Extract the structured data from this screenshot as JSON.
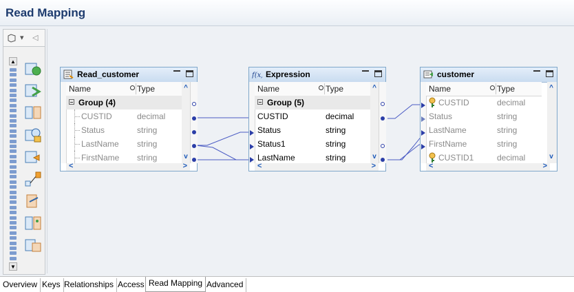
{
  "page_title": "Read Mapping",
  "palette": {
    "dropdown_glyph": "▾",
    "collapse_glyph": "◁",
    "scroll_up": "▲",
    "scroll_down": "▼",
    "icons": [
      "source-object-icon",
      "transformation-icon",
      "mapping-icon",
      "lookup-icon",
      "target-object-icon",
      "link-icon",
      "joiner-icon",
      "router-icon",
      "sorter-icon"
    ]
  },
  "boxes": {
    "read_customer": {
      "title": "Read_customer",
      "col_name": "Name",
      "col_type": "Type",
      "group": "Group (4)",
      "rows": [
        {
          "name": "CUSTID",
          "type": "decimal"
        },
        {
          "name": "Status",
          "type": "string"
        },
        {
          "name": "LastName",
          "type": "string"
        },
        {
          "name": "FirstName",
          "type": "string"
        }
      ]
    },
    "expression": {
      "title": "Expression",
      "col_name": "Name",
      "col_type": "Type",
      "group": "Group (5)",
      "rows": [
        {
          "name": "CUSTID",
          "type": "decimal"
        },
        {
          "name": "Status",
          "type": "string"
        },
        {
          "name": "Status1",
          "type": "string"
        },
        {
          "name": "LastName",
          "type": "string"
        }
      ]
    },
    "customer": {
      "title": "customer",
      "col_name": "Name",
      "col_type": "Type",
      "rows": [
        {
          "name": "CUSTID",
          "type": "decimal"
        },
        {
          "name": "Status",
          "type": "string"
        },
        {
          "name": "LastName",
          "type": "string"
        },
        {
          "name": "FirstName",
          "type": "string"
        },
        {
          "name": "CUSTID1",
          "type": "decimal"
        }
      ]
    }
  },
  "scroll": {
    "up": "^",
    "down": "v",
    "left": "<",
    "right": ">"
  },
  "tabs": [
    "Overview",
    "Keys",
    "Relationships",
    "Access",
    "Read Mapping",
    "Advanced"
  ],
  "active_tab": "Read Mapping",
  "colors": {
    "title": "#1d3b6e",
    "link": "#2b3ea8",
    "header": "#c9dcf0"
  }
}
